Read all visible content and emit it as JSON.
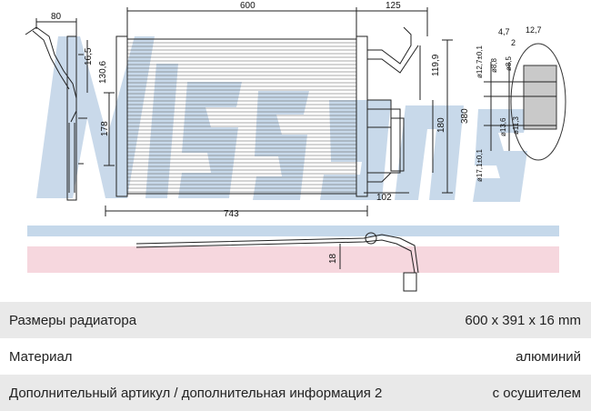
{
  "watermark": {
    "text": "Nissens",
    "stripe_blue": "#c5d8ea",
    "stripe_pink": "#f6d7de",
    "letter_color": "#c3d5e8"
  },
  "dimensions": {
    "width_600": "600",
    "right_125": "125",
    "left_80": "80",
    "top_16_5": "16,5",
    "left_130_6": "130,6",
    "left_178": "178",
    "right_119_9": "119,9",
    "right_180": "180",
    "right_380": "380",
    "bottom_102": "102",
    "bottom_743": "743",
    "lower_18": "18",
    "detail_4_7": "4,7",
    "detail_12_7": "12,7",
    "detail_2": "2",
    "detail_d12_7": "ø12,7±0,1",
    "detail_d8_8": "ø8,8",
    "detail_d8_5": "ø8,5",
    "detail_d13_6": "ø13,6",
    "detail_d11_3": "ø11,3",
    "detail_d17_1": "ø17,1±0,1"
  },
  "specs": [
    {
      "label": "Размеры радиатора",
      "value": "600 x 391 x 16 mm"
    },
    {
      "label": "Материал",
      "value": "алюминий"
    },
    {
      "label": "Дополнительный артикул / дополнительная информация 2",
      "value": "с осушителем"
    }
  ]
}
